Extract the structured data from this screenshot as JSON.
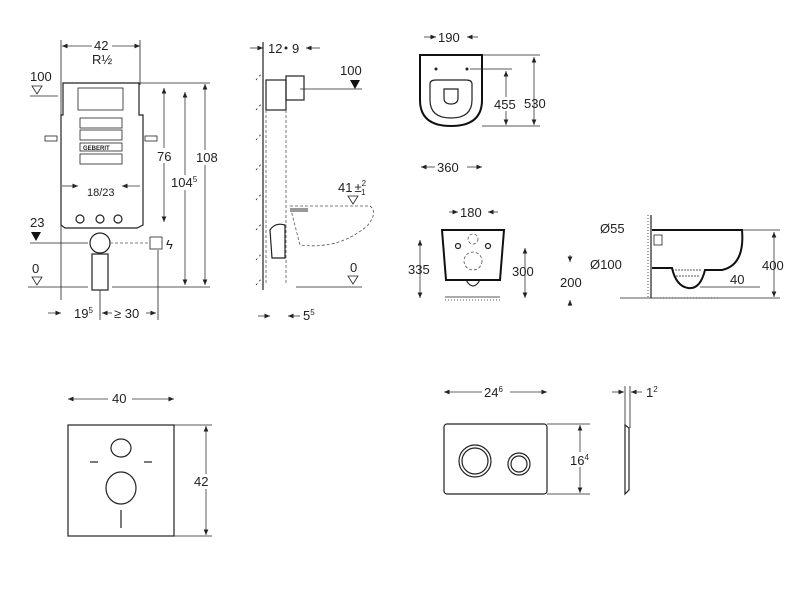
{
  "frame_front": {
    "width": "42",
    "connection": "R½",
    "level_top": "100",
    "h1": "76",
    "h2": "104",
    "h2_sup": "5",
    "h3": "108",
    "inner": "18/23",
    "level_drain": "23",
    "level_floor": "0",
    "offset": "19",
    "offset_sup": "5",
    "spacing": "≥ 30",
    "brand": "GEBERIT"
  },
  "frame_side": {
    "depth1": "12",
    "depth2": "9",
    "level_top": "100",
    "seat_height": "41",
    "tol_plus": "2",
    "tol_minus": "1",
    "level_floor": "0",
    "bottom_offset": "5",
    "bottom_offset_sup": "5"
  },
  "bowl_top": {
    "hole_spacing": "190",
    "length": "455",
    "total_length": "530",
    "width": "360"
  },
  "bowl_back": {
    "hole_spacing": "180",
    "height_left": "335",
    "height_right": "300"
  },
  "bowl_side": {
    "inlet": "Ø55",
    "outlet": "Ø100",
    "outlet_height": "200",
    "height": "400",
    "water": "40"
  },
  "soundpad": {
    "width": "40",
    "height": "42"
  },
  "plate": {
    "width": "24",
    "width_sup": "6",
    "height": "16",
    "height_sup": "4",
    "depth": "1",
    "depth_sup": "2"
  }
}
